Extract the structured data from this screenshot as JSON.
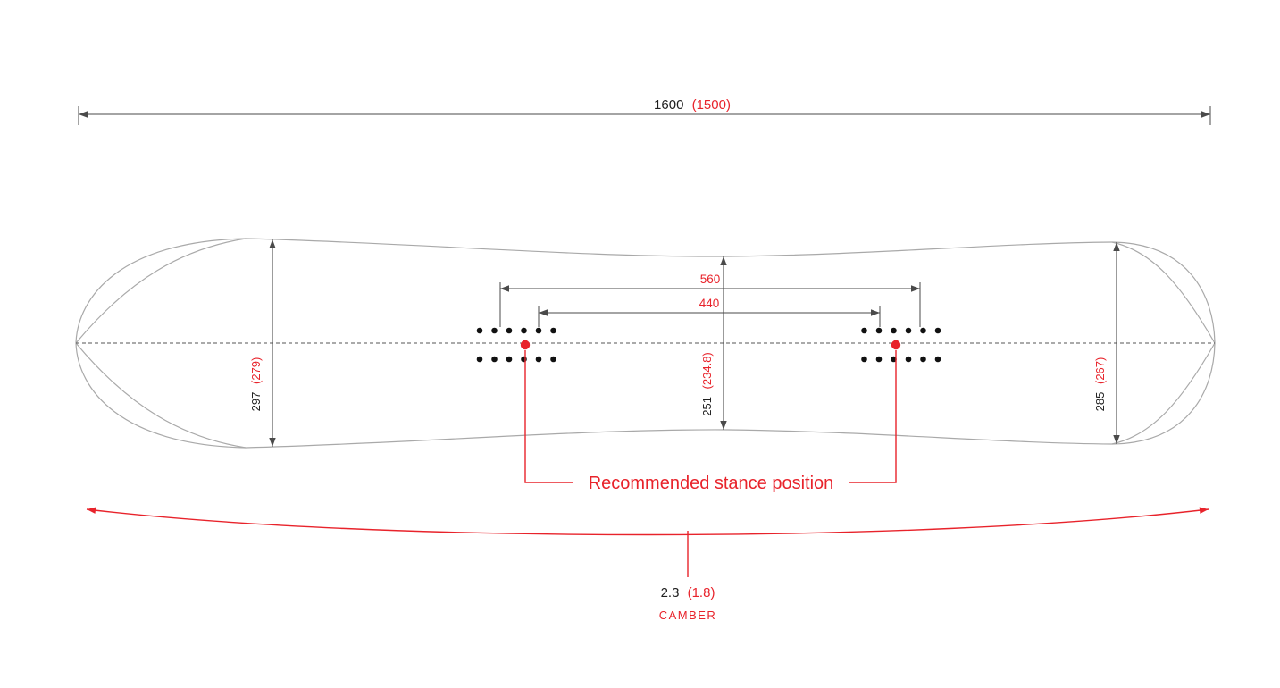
{
  "colors": {
    "accent_red": "#e8232b",
    "dimension_dark": "#4a4a4a",
    "outline_gray": "#a9a9a9"
  },
  "dimensions": {
    "overall_length": {
      "value": "1600",
      "alt": "(1500)"
    },
    "nose_width": {
      "value": "297",
      "alt": "(279)"
    },
    "waist_width": {
      "value": "251",
      "alt": "(234.8)"
    },
    "tail_width": {
      "value": "285",
      "alt": "(267)"
    },
    "stance_width_outer": "560",
    "stance_width_inner": "440",
    "camber_height": {
      "value": "2.3",
      "alt": "(1.8)"
    }
  },
  "labels": {
    "stance_note": "Recommended stance position",
    "camber": "CAMBER"
  }
}
